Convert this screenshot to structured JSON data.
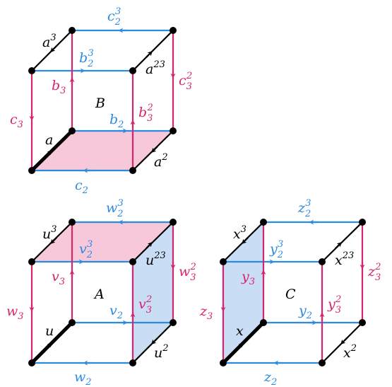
{
  "colors": {
    "blue_edge": "#2a8be0",
    "magenta_edge": "#d6246e",
    "black_edge": "#000000",
    "pink_face": "#f6c8da",
    "blue_face": "#c9def5"
  },
  "cube_b": {
    "center": "B",
    "a": {
      "base": "a",
      "sup": ""
    },
    "a2": {
      "base": "a",
      "sup": "2"
    },
    "a3": {
      "base": "a",
      "sup": "3"
    },
    "a23": {
      "base": "a",
      "sup": "23"
    },
    "b2": {
      "base": "b",
      "sub": "2",
      "sup": ""
    },
    "b3": {
      "base": "b",
      "sub": "3",
      "sup": ""
    },
    "b2_3": {
      "base": "b",
      "sub": "2",
      "sup": "3"
    },
    "b3_2": {
      "base": "b",
      "sub": "3",
      "sup": "2"
    },
    "c2": {
      "base": "c",
      "sub": "2",
      "sup": ""
    },
    "c3": {
      "base": "c",
      "sub": "3",
      "sup": ""
    },
    "c2_3": {
      "base": "c",
      "sub": "2",
      "sup": "3"
    },
    "c3_2": {
      "base": "c",
      "sub": "3",
      "sup": "2"
    }
  },
  "cube_a": {
    "center": "A",
    "u": {
      "base": "u",
      "sup": ""
    },
    "u2": {
      "base": "u",
      "sup": "2"
    },
    "u3": {
      "base": "u",
      "sup": "3"
    },
    "u23": {
      "base": "u",
      "sup": "23"
    },
    "v2": {
      "base": "v",
      "sub": "2",
      "sup": ""
    },
    "v3": {
      "base": "v",
      "sub": "3",
      "sup": ""
    },
    "v2_3": {
      "base": "v",
      "sub": "2",
      "sup": "3"
    },
    "v3_2": {
      "base": "v",
      "sub": "3",
      "sup": "2"
    },
    "w2": {
      "base": "w",
      "sub": "2",
      "sup": ""
    },
    "w3": {
      "base": "w",
      "sub": "3",
      "sup": ""
    },
    "w2_3": {
      "base": "w",
      "sub": "2",
      "sup": "3"
    },
    "w3_2": {
      "base": "w",
      "sub": "3",
      "sup": "2"
    }
  },
  "cube_c": {
    "center": "C",
    "x": {
      "base": "x",
      "sup": ""
    },
    "x2": {
      "base": "x",
      "sup": "2"
    },
    "x3": {
      "base": "x",
      "sup": "3"
    },
    "x23": {
      "base": "x",
      "sup": "23"
    },
    "y2": {
      "base": "y",
      "sub": "2",
      "sup": ""
    },
    "y3": {
      "base": "y",
      "sub": "3",
      "sup": ""
    },
    "y2_3": {
      "base": "y",
      "sub": "2",
      "sup": "3"
    },
    "y3_2": {
      "base": "y",
      "sub": "3",
      "sup": "2"
    },
    "z2": {
      "base": "z",
      "sub": "2",
      "sup": ""
    },
    "z3": {
      "base": "z",
      "sub": "3",
      "sup": ""
    },
    "z2_3": {
      "base": "z",
      "sub": "2",
      "sup": "3"
    },
    "z3_2": {
      "base": "z",
      "sub": "3",
      "sup": "2"
    }
  }
}
